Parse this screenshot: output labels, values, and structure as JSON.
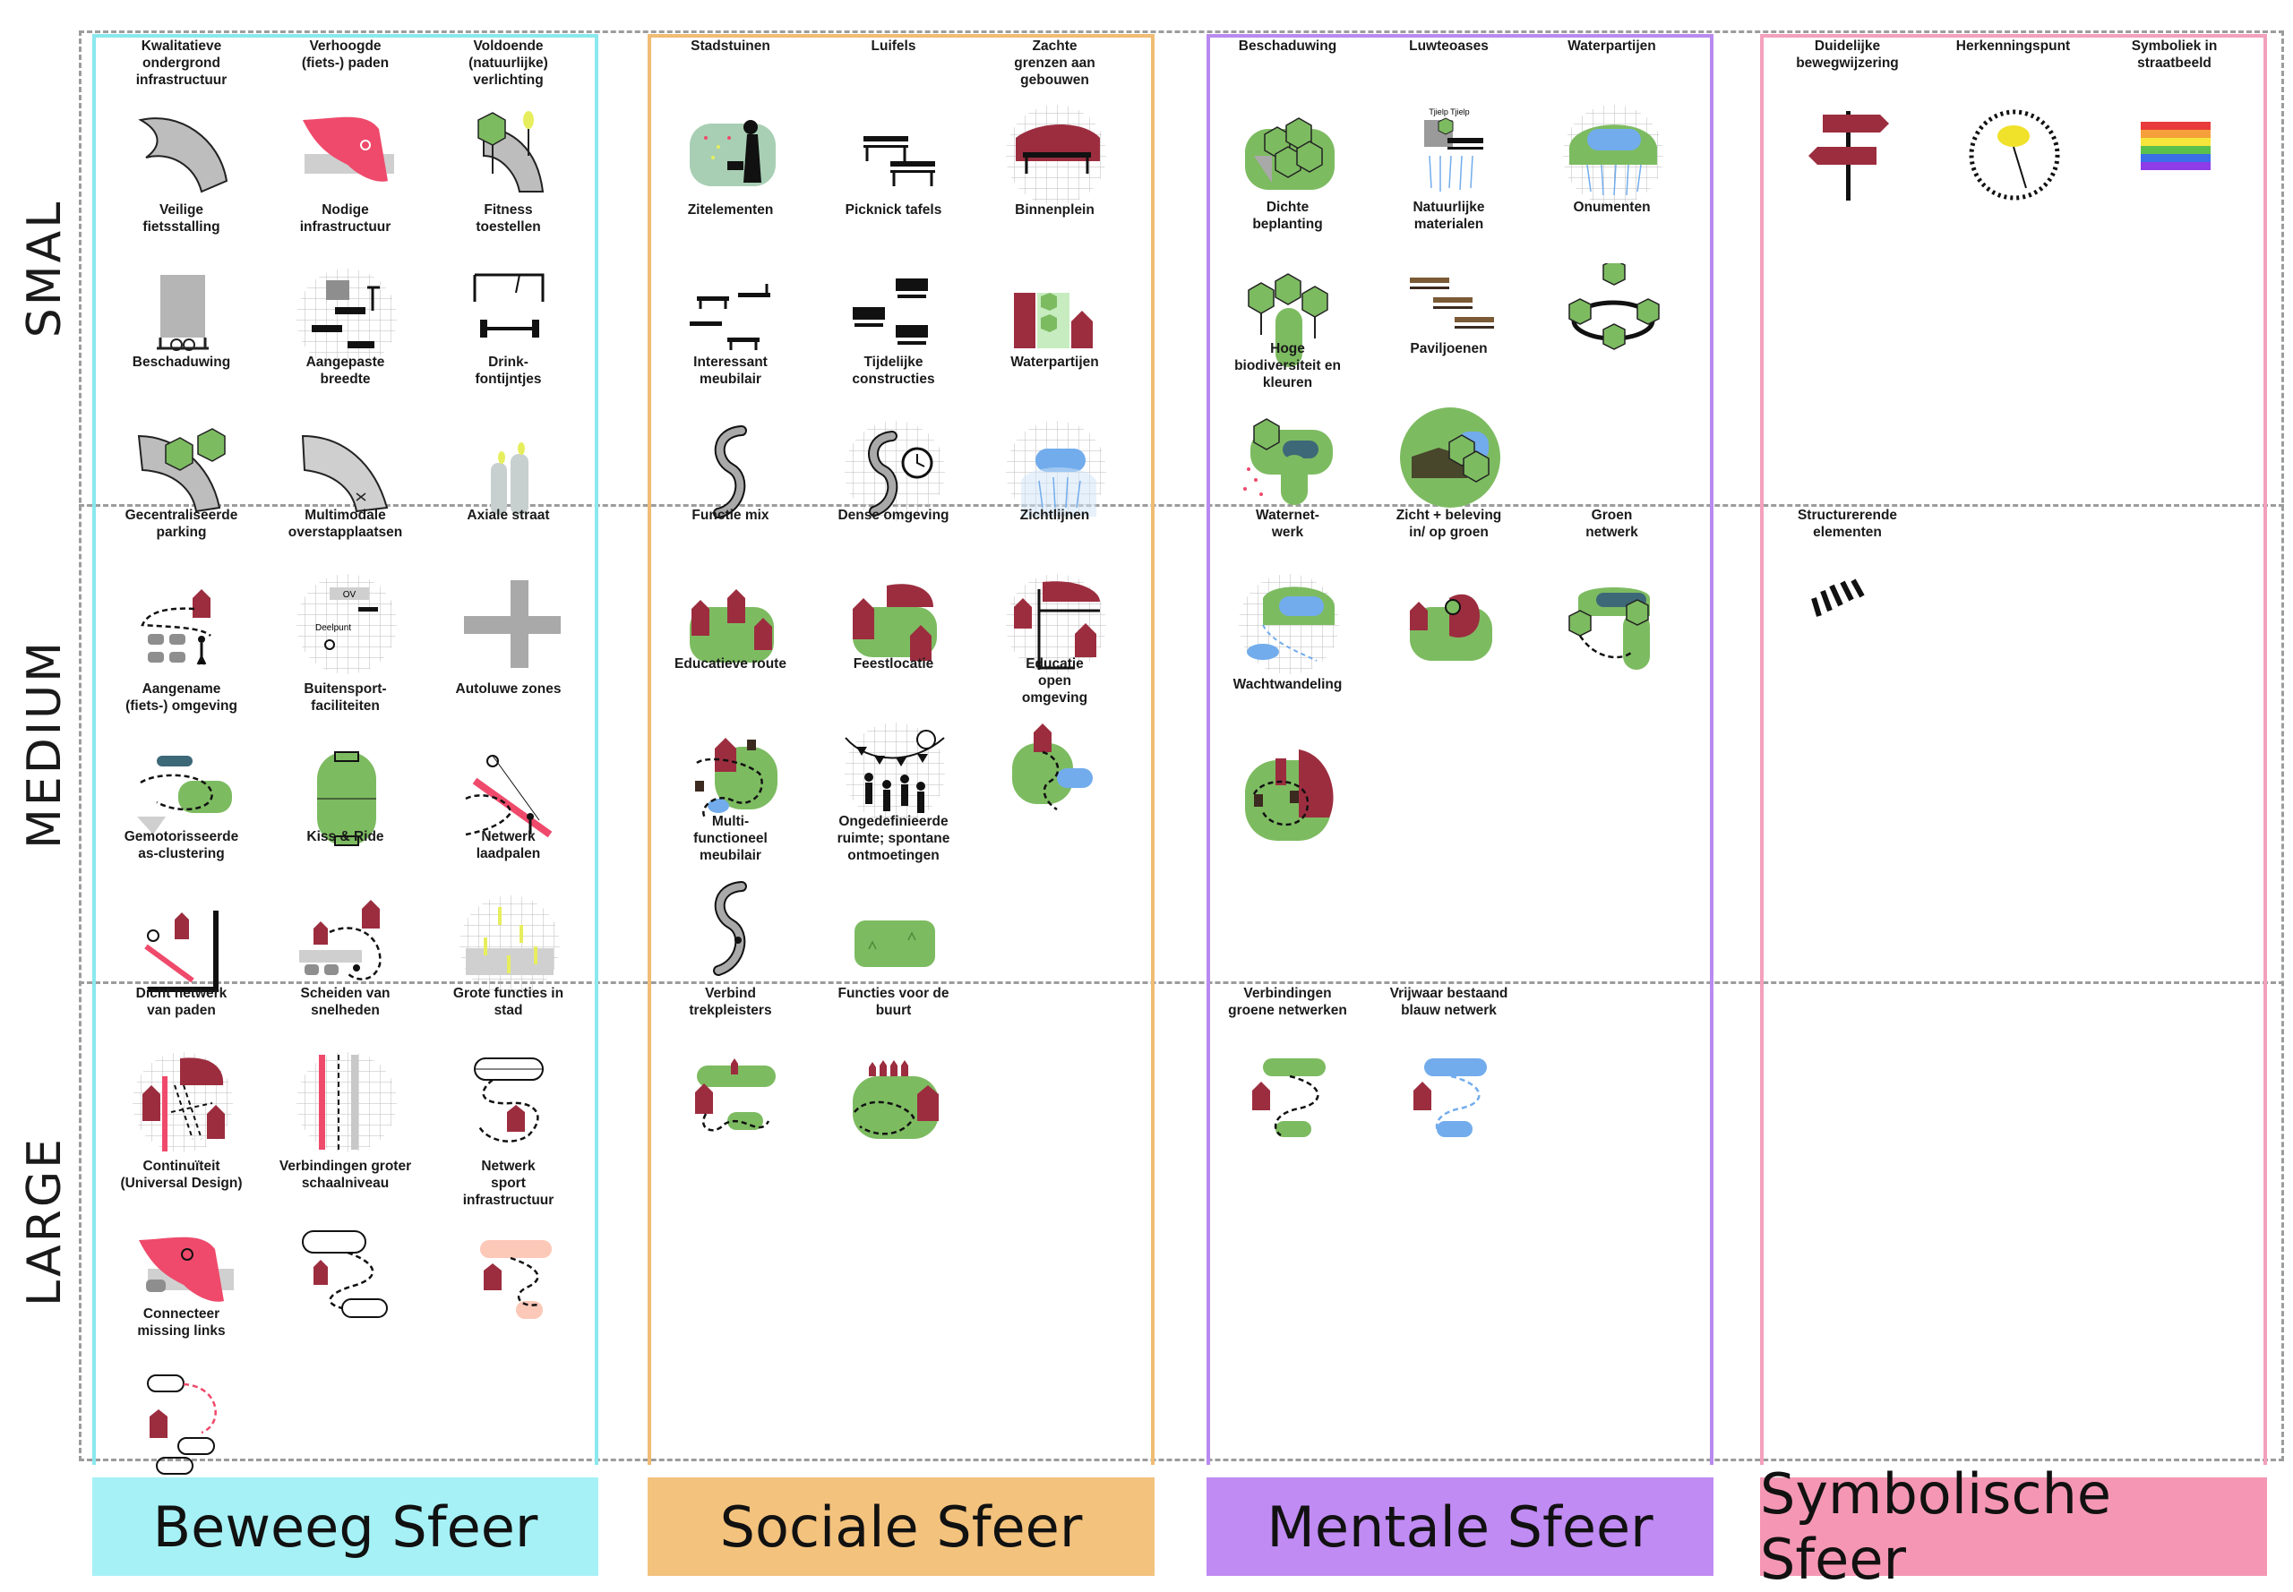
{
  "colors": {
    "beweeg": "#a6f1f6",
    "beweeg_border": "#8ae8ee",
    "sociale": "#f3c27d",
    "sociale_border": "#f0bc74",
    "mentale": "#c08bf3",
    "mentale_border": "#b88aee",
    "symbolische": "#f597b4",
    "symbolische_border": "#f3a0bd",
    "red": "#9c2d3f",
    "green": "#7dbb61",
    "grey": "#a9a9a9",
    "blue": "#72acec",
    "pink": "#ef4a6b"
  },
  "rows": [
    "SMAL",
    "MEDIUM",
    "LARGE"
  ],
  "columns": [
    "Beweeg Sfeer",
    "Sociale Sfeer",
    "Mentale Sfeer",
    "Symbolische Sfeer"
  ],
  "items": [
    {
      "label": "Kwalitatieve\nondergrond\ninfrastructuur",
      "icon": "road-shape-icon"
    },
    {
      "label": "Verhoogde\n(fiets-) paden",
      "icon": "raised-bike-path-icon"
    },
    {
      "label": "Voldoende\n(natuurlijke)\nverlichting",
      "icon": "lighting-trees-icon"
    },
    {
      "label": "Veilige\nfietsstalling",
      "icon": "bike-storage-icon"
    },
    {
      "label": "Nodige\ninfrastructuur",
      "icon": "infrastructure-grid-icon"
    },
    {
      "label": "Fitness\ntoestellen",
      "icon": "fitness-equipment-icon"
    },
    {
      "label": "Beschaduwing",
      "icon": "shade-trees-road-icon"
    },
    {
      "label": "Aangepaste\nbreedte",
      "icon": "adjusted-width-road-icon"
    },
    {
      "label": "Drink-\nfontijntjes",
      "icon": "drinking-fountain-icon"
    },
    {
      "label": "Gecentraliseerde\nparking",
      "icon": "central-parking-icon"
    },
    {
      "label": "Multimodale\noverstapplaatsen",
      "icon": "multimodal-hub-icon"
    },
    {
      "label": "Axiale straat",
      "icon": "axial-street-icon"
    },
    {
      "label": "Aangename\n(fiets-) omgeving",
      "icon": "pleasant-bike-environment-icon"
    },
    {
      "label": "Buitensport-\nfaciliteiten",
      "icon": "sports-field-icon"
    },
    {
      "label": "Autoluwe zones",
      "icon": "low-car-zone-icon"
    },
    {
      "label": "Gemotorisseerde\nas-clustering",
      "icon": "motorised-axis-icon"
    },
    {
      "label": "Kiss & Ride",
      "icon": "kiss-and-ride-icon"
    },
    {
      "label": "Netwerk\nlaadpalen",
      "icon": "charging-network-icon"
    },
    {
      "label": "Dicht netwerk\nvan paden",
      "icon": "dense-path-network-icon"
    },
    {
      "label": "Scheiden van\nsnelheden",
      "icon": "separate-speeds-icon"
    },
    {
      "label": "Grote functies in\nstad",
      "icon": "large-functions-icon"
    },
    {
      "label": "Continuïteit\n(Universal Design)",
      "icon": "universal-design-icon"
    },
    {
      "label": "Verbindingen groter\nschaalniveau",
      "icon": "larger-scale-connections-icon"
    },
    {
      "label": "Netwerk\nsport\ninfrastructuur",
      "icon": "sport-network-icon"
    },
    {
      "label": "Connecteer\nmissing links",
      "icon": "missing-links-icon"
    },
    {
      "label": "Stadstuinen",
      "icon": "city-garden-icon"
    },
    {
      "label": "Luifels",
      "icon": "canopy-bench-icon"
    },
    {
      "label": "Zachte\ngrenzen aan\ngebouwen",
      "icon": "soft-edges-icon"
    },
    {
      "label": "Zitelementen",
      "icon": "seating-icon"
    },
    {
      "label": "Picknick tafels",
      "icon": "picnic-table-icon"
    },
    {
      "label": "Binnenplein",
      "icon": "courtyard-icon"
    },
    {
      "label": "Interessant\nmeubilair",
      "icon": "interesting-furniture-icon"
    },
    {
      "label": "Tijdelijke\nconstructies",
      "icon": "temporary-construction-icon"
    },
    {
      "label": "Waterpartijen",
      "icon": "water-feature-icon"
    },
    {
      "label": "Functie mix",
      "icon": "function-mix-icon"
    },
    {
      "label": "Dense omgeving",
      "icon": "dense-environment-icon"
    },
    {
      "label": "Zichtlijnen",
      "icon": "sightlines-icon"
    },
    {
      "label": "Educatieve route",
      "icon": "educational-route-icon"
    },
    {
      "label": "Feestlocatie",
      "icon": "party-location-icon"
    },
    {
      "label": "Educatie\nopen\nomgeving",
      "icon": "open-education-icon"
    },
    {
      "label": "Multi-\nfunctioneel\nmeubilair",
      "icon": "multifunctional-furniture-icon"
    },
    {
      "label": "Ongedefinieerde\nruimte; spontane\nontmoetingen",
      "icon": "undefined-space-icon"
    },
    {
      "label": "Verbind\ntrekpleisters",
      "icon": "connect-attractions-icon"
    },
    {
      "label": "Functies voor de\nbuurt",
      "icon": "neighbourhood-functions-icon"
    },
    {
      "label": "Beschaduwing",
      "icon": "hexagon-trees-icon"
    },
    {
      "label": "Luwteoases",
      "icon": "quiet-oasis-icon",
      "note": "Tjielp Tjielp"
    },
    {
      "label": "Waterpartijen",
      "icon": "pond-icon"
    },
    {
      "label": "Dichte\nbeplanting",
      "icon": "dense-planting-icon"
    },
    {
      "label": "Natuurlijke\nmaterialen",
      "icon": "natural-materials-icon"
    },
    {
      "label": "Onumenten",
      "icon": "tree-ring-icon"
    },
    {
      "label": "Hoge\nbiodiversiteit en\nkleuren",
      "icon": "biodiversity-icon"
    },
    {
      "label": "Paviljoenen",
      "icon": "pavilion-icon"
    },
    {
      "label": "Waternet-\nwerk",
      "icon": "water-network-icon"
    },
    {
      "label": "Zicht + beleving\nin/ op groen",
      "icon": "view-green-icon"
    },
    {
      "label": "Groen\nnetwerk",
      "icon": "green-network-icon"
    },
    {
      "label": "Wachtwandeling",
      "icon": "waiting-walk-icon"
    },
    {
      "label": "Verbindingen\ngroene netwerken",
      "icon": "green-connections-icon"
    },
    {
      "label": "Vrijwaar bestaand\nblauw netwerk",
      "icon": "blue-network-icon"
    },
    {
      "label": "Duidelijke\nbewegwijzering",
      "icon": "signpost-icon"
    },
    {
      "label": "Herkenningspunt",
      "icon": "landmark-icon"
    },
    {
      "label": "Symboliek in\nstraatbeeld",
      "icon": "rainbow-flag-icon"
    },
    {
      "label": "Structurerende\nelementen",
      "icon": "structuring-elements-icon"
    }
  ],
  "icon_text": {
    "ov": "OV",
    "deelpunt": "Deelpunt"
  }
}
